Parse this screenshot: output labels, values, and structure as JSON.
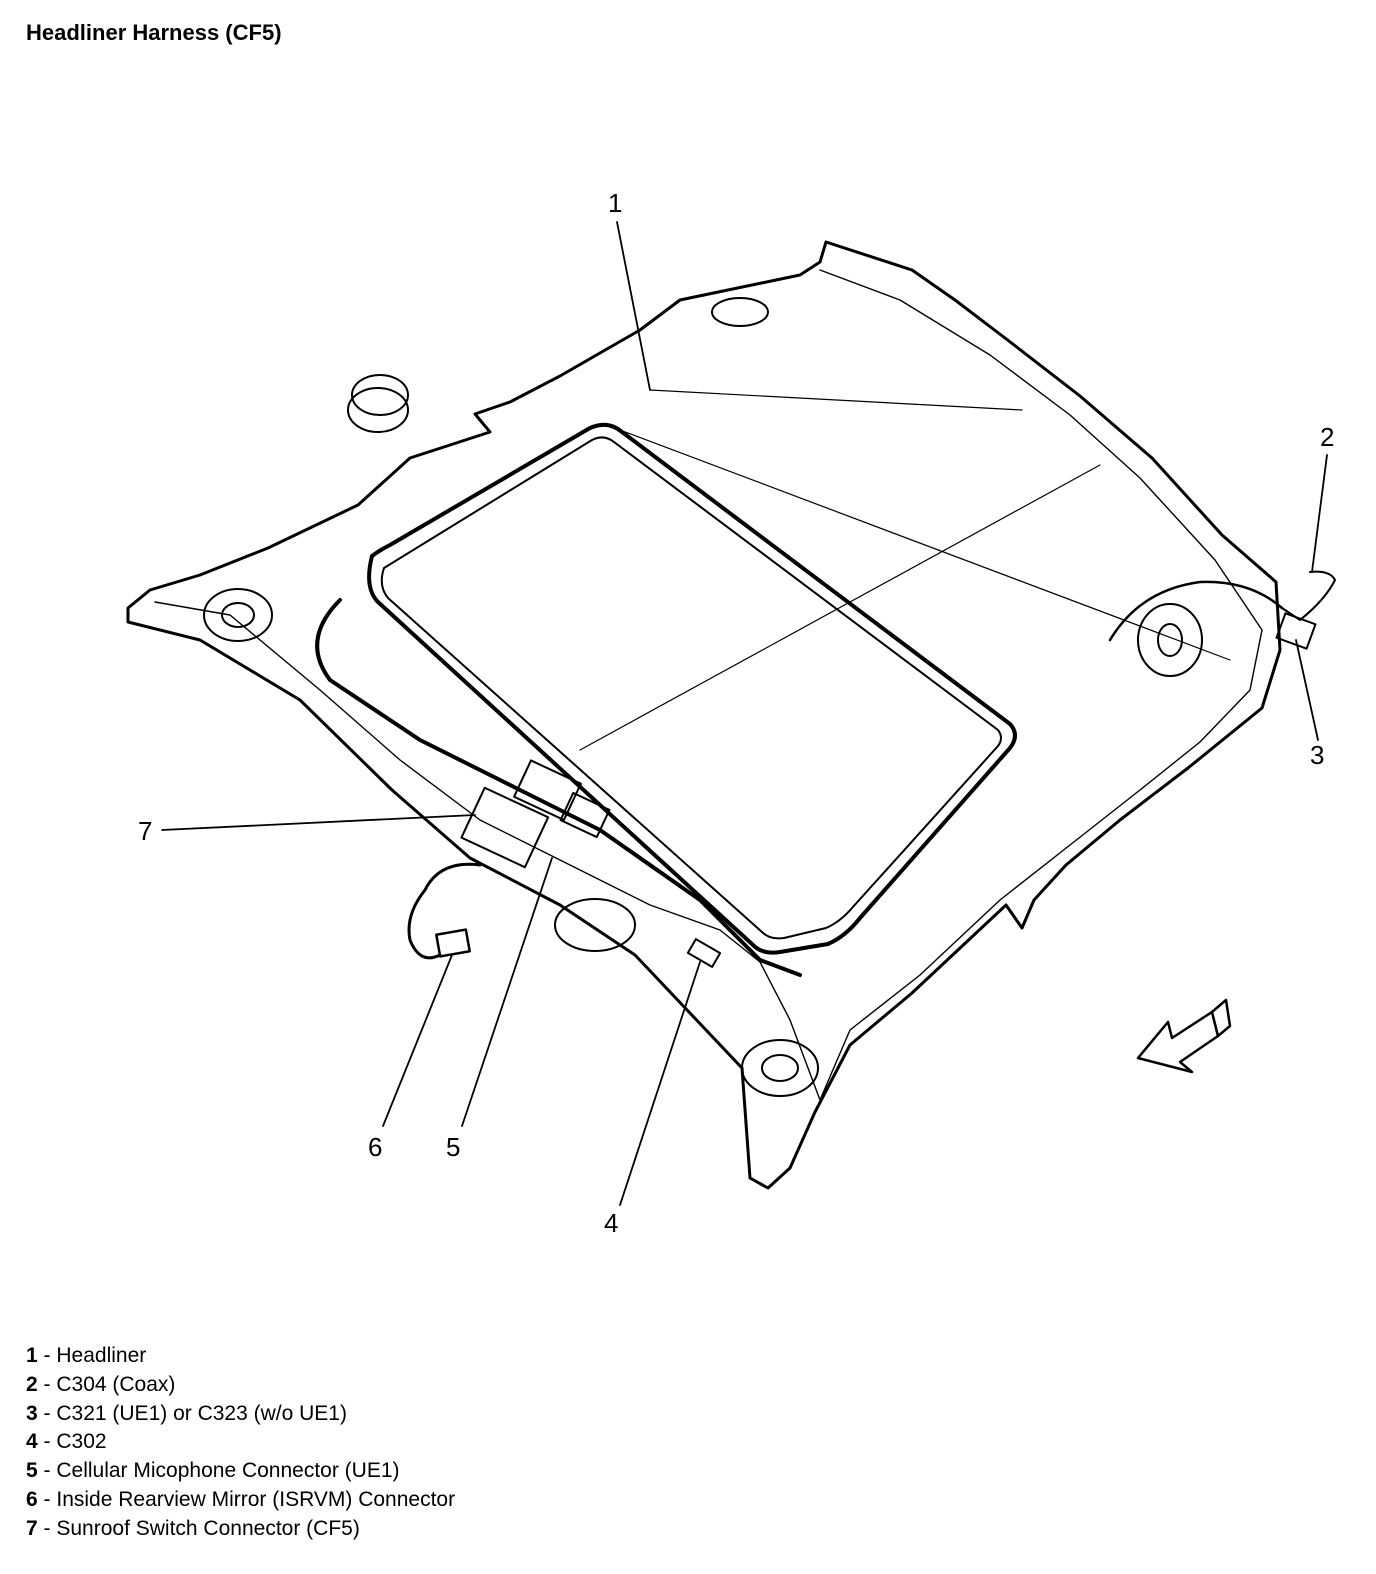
{
  "title": "Headliner Harness (CF5)",
  "callouts": [
    "1",
    "2",
    "3",
    "4",
    "5",
    "6",
    "7"
  ],
  "legend": [
    {
      "num": "1",
      "sep": " - ",
      "text": "Headliner"
    },
    {
      "num": "2",
      "sep": " - ",
      "text": "C304 (Coax)"
    },
    {
      "num": "3",
      "sep": " - ",
      "text": "C321 (UE1) or C323 (w/o UE1)"
    },
    {
      "num": "4",
      "sep": " - ",
      "text": "C302"
    },
    {
      "num": "5",
      "sep": " - ",
      "text": "Cellular Micophone Connector (UE1)"
    },
    {
      "num": "6",
      "sep": " - ",
      "text": "Inside Rearview Mirror (ISRVM) Connector"
    },
    {
      "num": "7",
      "sep": " - ",
      "text": "Sunroof Switch Connector (CF5)"
    }
  ]
}
